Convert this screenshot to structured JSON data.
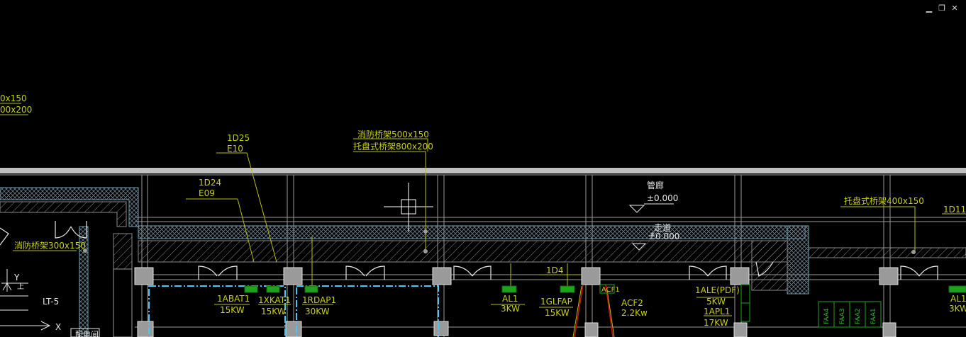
{
  "window_controls": {
    "minimize": "▁",
    "restore": "❐",
    "close": "✕"
  },
  "colors": {
    "background": "#000000",
    "annotation": "#c8d000",
    "leader": "#b8c000",
    "wall": "#bfbfbf",
    "cyan": "#46c8ff",
    "green": "#1fa31f",
    "white": "#e6e6e6"
  },
  "labels": {
    "top_left_1": "0x150",
    "top_left_2": "00x200",
    "d25": "1D25",
    "e10": "E10",
    "d24": "1D24",
    "e09": "E09",
    "fire_tray": "消防桥架500x150",
    "support_tray": "托盘式桥架800x200",
    "gallery": "管廊",
    "gallery_level": "±0.000",
    "corridor": "走道",
    "corridor_level": "±0.000",
    "right_tray": "托盘式桥架400x150",
    "d11": "1D11",
    "left_fire_tray": "消防桥架300x150",
    "y_label": "Y",
    "up_label": "上",
    "lt5": "LT-5",
    "x_label": "X",
    "bottom_left_box": "配电间"
  },
  "equipment": [
    {
      "name": "1ABAT1",
      "power": "15KW"
    },
    {
      "name": "1XKAT1",
      "power": "15KW"
    },
    {
      "name": "1RDAP1",
      "power": "30KW"
    },
    {
      "name": "AL1",
      "power": "3KW"
    },
    {
      "name": "1GLFAP",
      "power": "15KW"
    },
    {
      "name": "ACF1",
      "power": ""
    },
    {
      "name": "ACF2",
      "power": "2.2Kw"
    },
    {
      "name": "1ALE(PDF)",
      "power": "5KW"
    },
    {
      "name": "1APL1",
      "power": "17KW"
    },
    {
      "name": "AL1",
      "power": "3KW"
    }
  ],
  "wire_labels": {
    "d4": "1D4"
  },
  "panel_labels": [
    "FAA4",
    "FAA3",
    "FAA2",
    "FAA1"
  ]
}
